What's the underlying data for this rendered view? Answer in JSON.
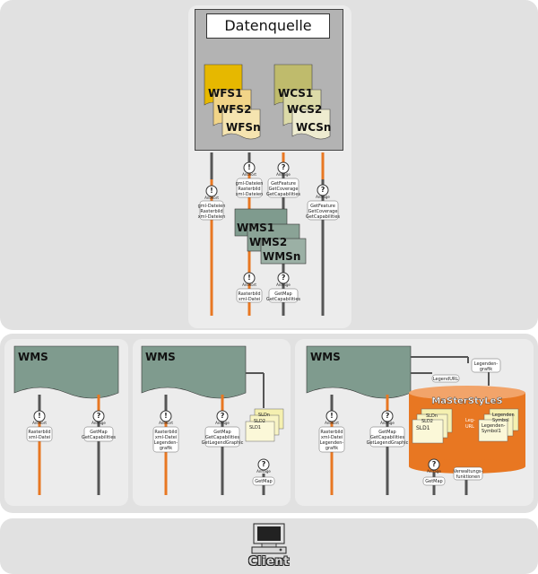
{
  "datasource": {
    "title": "Datenquelle",
    "wfs": [
      "WFS1",
      "WFS2",
      "WFSn"
    ],
    "wcs": [
      "WCS1",
      "WCS2",
      "WCSn"
    ],
    "wms": [
      "WMS1",
      "WMS2",
      "WMSn"
    ]
  },
  "flows_top": {
    "l1": [
      "gml-Dateien",
      "Rasterbild",
      "xml-Dateien"
    ],
    "l2": [
      "gml-Dateien",
      "Rasterbild",
      "xml-Dateien"
    ],
    "l3": [
      "GetFeature",
      "GetCoverage",
      "GetCapabilities"
    ],
    "l4": [
      "GetFeature",
      "GetCoverage",
      "GetCapabilities"
    ],
    "l5": [
      "Rasterbild",
      "xml-Datei"
    ],
    "l6": [
      "GetMap",
      "GetCapabilities"
    ]
  },
  "icons": {
    "answer": "Antwort",
    "request": "Anfrage"
  },
  "panel1": {
    "wms": "WMS",
    "left": [
      "Rasterbild",
      "xml-Datei"
    ],
    "right": [
      "GetMap",
      "GetCapabilities"
    ]
  },
  "panel2": {
    "wms": "WMS",
    "left": [
      "Rasterbild",
      "xml-Datei",
      "Legenden-",
      "grafik"
    ],
    "right": [
      "GetMap",
      "GetCapabilities",
      "GetLegendGraphic"
    ],
    "sld": [
      "SLDn",
      "SLD2",
      "SLD1"
    ],
    "getmap": "GetMap"
  },
  "panel3": {
    "wms": "WMS",
    "left": [
      "Rasterbild",
      "xml-Datei",
      "Legenden-",
      "grafik"
    ],
    "right": [
      "GetMap",
      "GetCapabilities",
      "GetLegendGraphic"
    ],
    "mss_title": "MaSterStyLeS",
    "sld": [
      "SLDn",
      "SLD2",
      "SLD1"
    ],
    "url": [
      "Leg-",
      "URL"
    ],
    "legend": [
      "Legenden",
      "Symbol",
      "Legenden-",
      "Symbol1"
    ],
    "legendurl": "LegendURL",
    "legendgrafik": [
      "Legenden-",
      "grafik"
    ],
    "getmap": "GetMap",
    "verwaltung": [
      "Verwaltungs-",
      "funktionen"
    ]
  },
  "client": {
    "label": "Client"
  },
  "colors": {
    "flow": "#e87722",
    "dark": "#555555",
    "wms": "#7f9b8e",
    "wfs": "#e6b800",
    "wcs": "#bfbb6c"
  }
}
